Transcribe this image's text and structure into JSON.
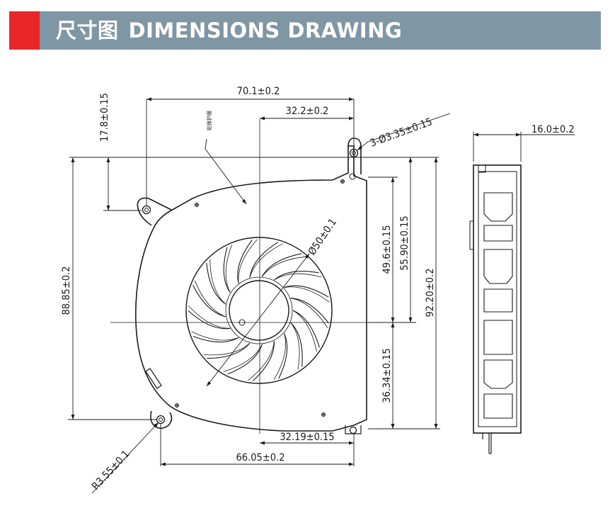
{
  "header": {
    "title_cn": "尺寸图",
    "title_en": "DIMENSIONS DRAWING",
    "accent_color": "#e8262a",
    "bar_color": "#7f96a4"
  },
  "dimensions": {
    "width_top": "70.1±0.2",
    "hole_offset_top": "32.2±0.2",
    "mount_holes": "3-Ø3.35±0.15",
    "top_ear_height": "17.8±0.15",
    "label_note": "贴保护膜",
    "impeller_diameter": "Ø50±0.1",
    "height_left": "88.85±0.2",
    "upper_a": "49.6±0.15",
    "upper_b": "55.90±0.15",
    "height_right": "92.20±0.2",
    "lower": "36.34±0.15",
    "hole_offset_bottom": "32.19±0.15",
    "width_bottom": "66.05±0.2",
    "ear_radius": "R3.55±0.1",
    "thickness": "16.0±0.2"
  }
}
